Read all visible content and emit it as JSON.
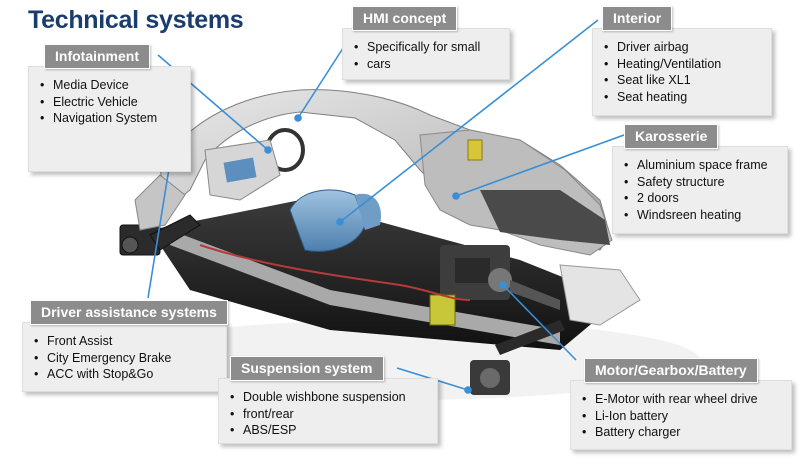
{
  "title": "Technical systems",
  "colors": {
    "title": "#1a3d6e",
    "header_bg": "#8c8c8c",
    "box_bg": "#eeeeee",
    "leader_line": "#3a8fd6"
  },
  "callouts": {
    "infotainment": {
      "header": "Infotainment",
      "items": [
        "Media Device",
        "Electric Vehicle",
        "Navigation System"
      ]
    },
    "hmi": {
      "header": "HMI concept",
      "items": [
        "Specifically for small",
        "cars"
      ]
    },
    "interior": {
      "header": "Interior",
      "items": [
        "Driver airbag",
        "Heating/Ventilation",
        "Seat like XL1",
        "Seat heating"
      ]
    },
    "karosserie": {
      "header": "Karosserie",
      "items": [
        "Aluminium space frame",
        "Safety structure",
        "2 doors",
        "Windsreen heating"
      ]
    },
    "driver": {
      "header": "Driver assistance systems",
      "items": [
        "Front Assist",
        "City Emergency Brake",
        "ACC with Stop&Go"
      ]
    },
    "suspension": {
      "header": "Suspension system",
      "items": [
        "Double wishbone suspension",
        "front/rear",
        "ABS/ESP"
      ]
    },
    "motor": {
      "header": "Motor/Gearbox/Battery",
      "items": [
        "E-Motor with rear wheel drive",
        "Li-Ion battery",
        "Battery charger"
      ]
    }
  }
}
